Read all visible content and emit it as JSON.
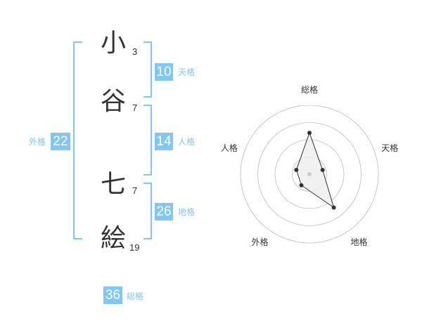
{
  "name": {
    "chars": [
      {
        "char": "小",
        "strokes": "3"
      },
      {
        "char": "谷",
        "strokes": "7"
      },
      {
        "char": "七",
        "strokes": "7"
      },
      {
        "char": "絵",
        "strokes": "19"
      }
    ]
  },
  "fortune": {
    "tenkaku": {
      "value": "10",
      "label": "天格"
    },
    "jinkaku": {
      "value": "14",
      "label": "人格"
    },
    "chikaku": {
      "value": "26",
      "label": "地格"
    },
    "gaikaku": {
      "value": "22",
      "label": "外格"
    },
    "soukaku": {
      "value": "36",
      "label": "総格"
    }
  },
  "chart_data": {
    "type": "radar",
    "axes": [
      "総格",
      "天格",
      "地格",
      "外格",
      "人格"
    ],
    "values": [
      3,
      1,
      3,
      1,
      1
    ],
    "max": 5,
    "rings": 4,
    "colors": {
      "grid": "#bbbbbb",
      "fill": "#eeeeee",
      "line": "#333333"
    }
  }
}
